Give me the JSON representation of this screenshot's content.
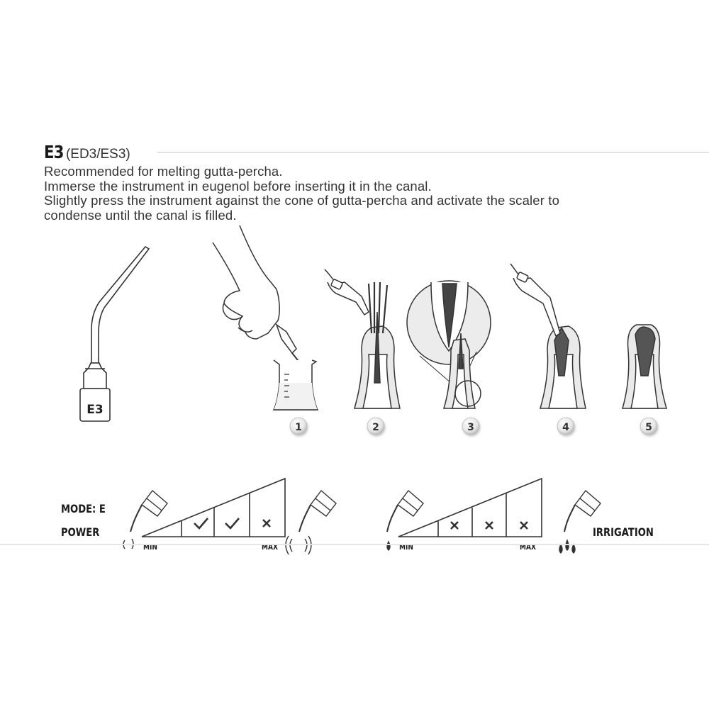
{
  "header": {
    "model": "E3",
    "model_sub": "(ED3/ES3)",
    "instructions": [
      "Recommended for melting gutta-percha.",
      "Immerse the instrument in eugenol before inserting it in the canal.",
      "Slightly press the instrument against the cone of gutta-percha and activate the scaler to",
      "condense until the canal is filled."
    ]
  },
  "tip_label": "E3",
  "steps": [
    "1",
    "2",
    "3",
    "4",
    "5"
  ],
  "settings": {
    "mode_label": "MODE: E",
    "power": {
      "label": "POWER",
      "min_label": "MIN",
      "max_label": "MAX",
      "levels": [
        "check",
        "check",
        "cross"
      ]
    },
    "irrigation": {
      "label": "IRRIGATION",
      "min_label": "MIN",
      "max_label": "MAX",
      "levels": [
        "cross",
        "cross",
        "cross"
      ]
    }
  },
  "colors": {
    "line": "#333333",
    "fill_dark": "#555555",
    "fill_light": "#e8e8e8",
    "water": "#f0f0f0"
  }
}
